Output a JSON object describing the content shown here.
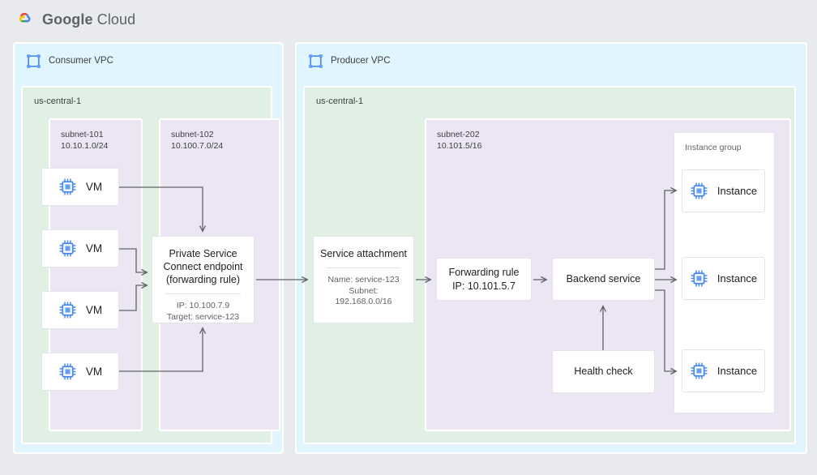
{
  "header": {
    "logo_icon": "google-cloud-logo",
    "brand_bold": "Google",
    "brand_light": "Cloud"
  },
  "colors": {
    "page_bg": "#e8eaed",
    "vpc_bg": "#e1f5fe",
    "region_bg": "#e1f0e4",
    "subnet_bg": "#ece5f4",
    "node_bg": "#ffffff",
    "edge": "#5f6368",
    "icon_blue": "#4285f4",
    "text_primary": "#202124",
    "text_secondary": "#5f6368"
  },
  "consumer_vpc": {
    "title": "Consumer VPC",
    "icon": "vpc-icon",
    "region": {
      "label": "us-central-1"
    },
    "subnet_101": {
      "label": "subnet-101\n10.10.1.0/24",
      "name": "subnet-101",
      "cidr": "10.10.1.0/24",
      "vms": [
        {
          "label": "VM",
          "icon": "chip-icon"
        },
        {
          "label": "VM",
          "icon": "chip-icon"
        },
        {
          "label": "VM",
          "icon": "chip-icon"
        },
        {
          "label": "VM",
          "icon": "chip-icon"
        }
      ]
    },
    "subnet_102": {
      "label": "subnet-102\n10.100.7.0/24",
      "name": "subnet-102",
      "cidr": "10.100.7.0/24",
      "psc_endpoint": {
        "title": "Private Service\nConnect endpoint\n(forwarding rule)",
        "details": "IP: 10.100.7.9\nTarget: service-123",
        "ip": "10.100.7.9",
        "target": "service-123"
      }
    }
  },
  "producer_vpc": {
    "title": "Producer VPC",
    "icon": "vpc-icon",
    "region": {
      "label": "us-central-1"
    },
    "service_attachment": {
      "title": "Service attachment",
      "details": "Name: service-123\nSubnet:\n192.168.0.0/16",
      "name": "service-123",
      "subnet": "192.168.0.0/16"
    },
    "subnet_202": {
      "label": "subnet-202\n10.101.5/16",
      "name": "subnet-202",
      "cidr": "10.101.5/16",
      "forwarding_rule": {
        "label": "Forwarding rule\nIP: 10.101.5.7",
        "ip": "10.101.5.7"
      },
      "backend_service": {
        "label": "Backend service"
      },
      "health_check": {
        "label": "Health check"
      },
      "instance_group": {
        "label": "Instance group",
        "instances": [
          {
            "label": "Instance",
            "icon": "chip-icon"
          },
          {
            "label": "Instance",
            "icon": "chip-icon"
          },
          {
            "label": "Instance",
            "icon": "chip-icon"
          }
        ]
      }
    }
  }
}
